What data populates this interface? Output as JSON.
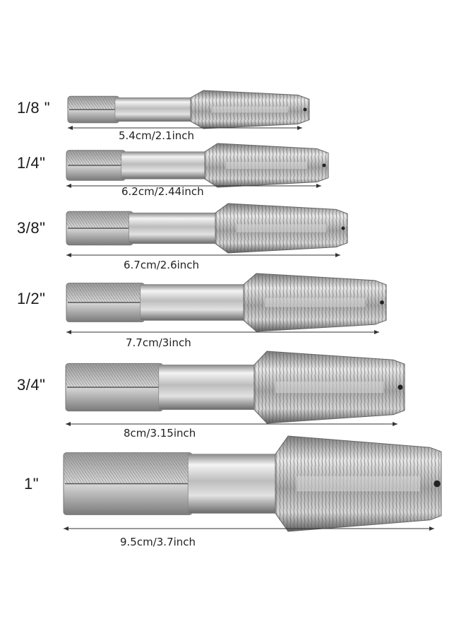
{
  "taps": [
    {
      "size": "1/8 \"",
      "length": "5.4cm/2.1inch"
    },
    {
      "size": "1/4\"",
      "length": "6.2cm/2.44inch"
    },
    {
      "size": "3/8\"",
      "length": "6.7cm/2.6inch"
    },
    {
      "size": "1/2\"",
      "length": "7.7cm/3inch"
    },
    {
      "size": "3/4\"",
      "length": "8cm/3.15inch"
    },
    {
      "size": "1\"",
      "length": "9.5cm/3.7inch"
    }
  ],
  "colors": {
    "steel_light": "#f2f2f2",
    "steel_mid": "#b8b8b8",
    "steel_dark": "#6e6e6e",
    "line": "#333333"
  }
}
